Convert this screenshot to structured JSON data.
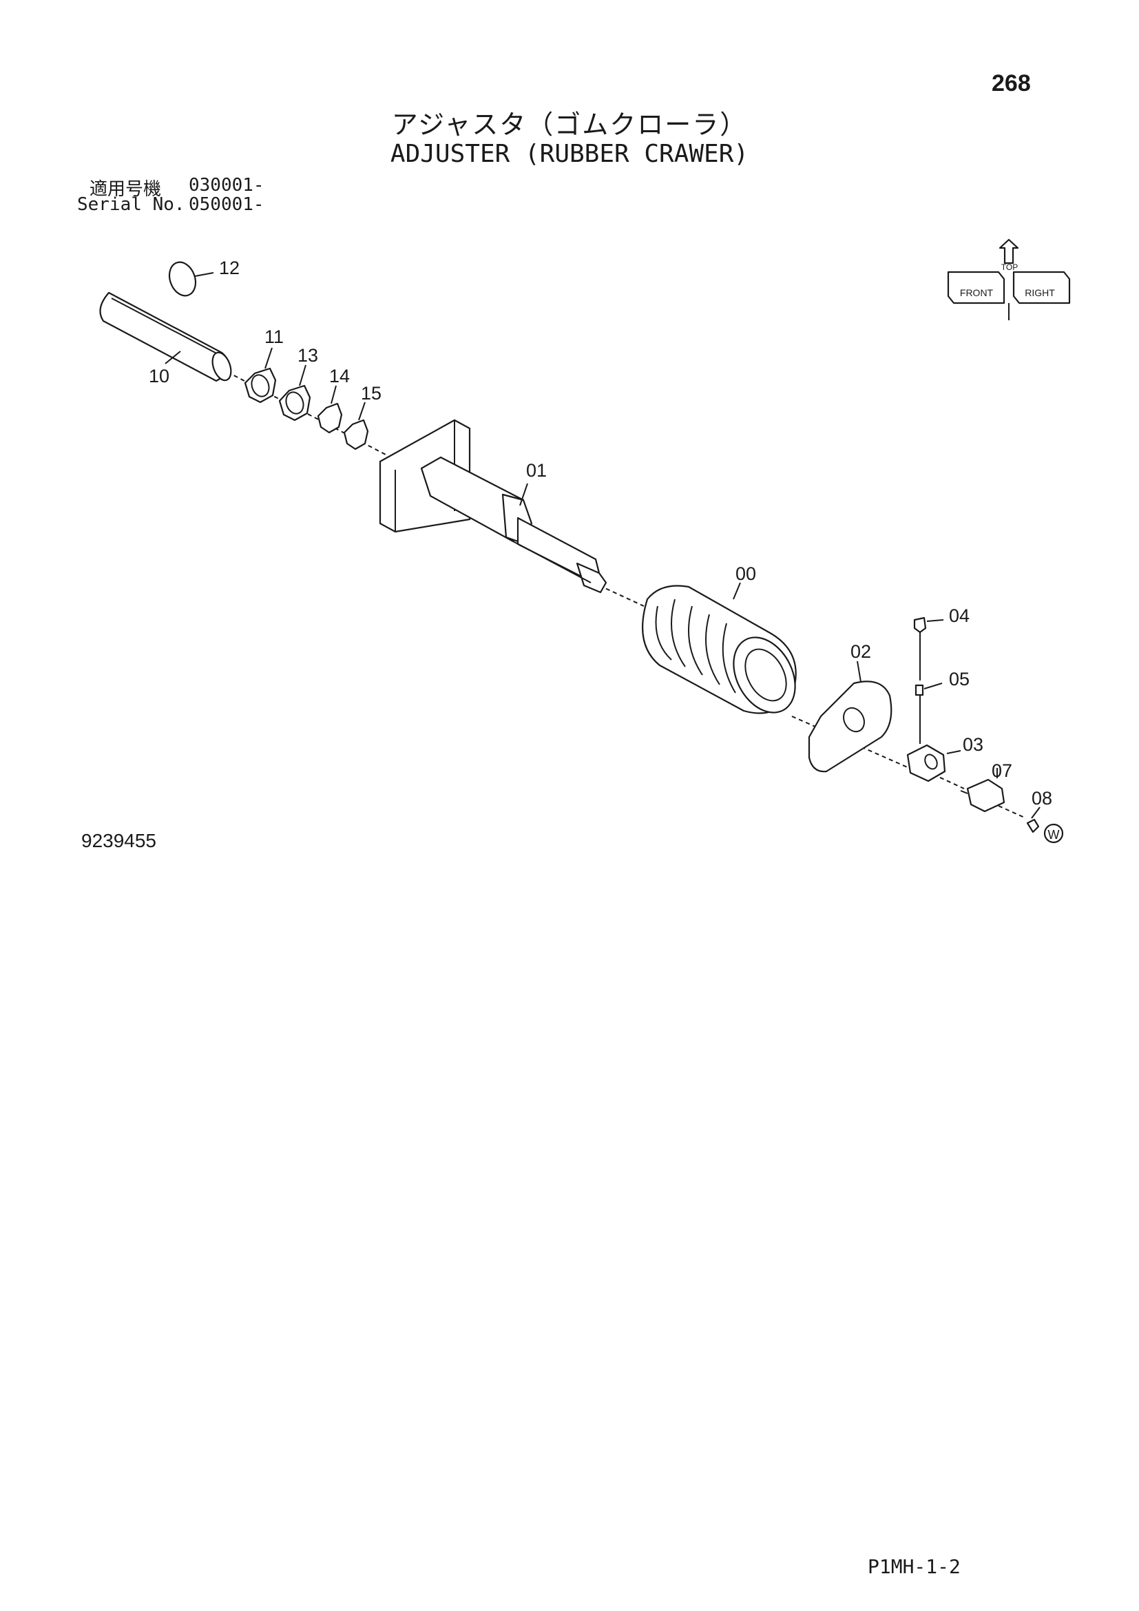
{
  "page_number": "268",
  "title_ja": "アジャスタ（ゴムクローラ）",
  "title_en": "ADJUSTER (RUBBER CRAWER)",
  "applicability": {
    "label_ja": "適用号機",
    "value_ja": "030001-",
    "label_en": "Serial No.",
    "value_en": "050001-"
  },
  "figure_number": "9239455",
  "page_code": "P1MH-1-2",
  "callouts": [
    "12",
    "11",
    "10",
    "13",
    "14",
    "15",
    "01",
    "00",
    "04",
    "02",
    "05",
    "03",
    "07",
    "08"
  ],
  "orientation_indicator": {
    "labels": [
      "TOP",
      "FRONT",
      "RIGHT"
    ]
  },
  "note_symbol": "W"
}
